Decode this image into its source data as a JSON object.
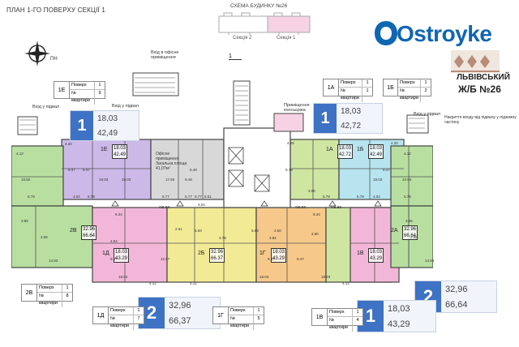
{
  "plan_title": "ПЛАН 1-ГО ПОВЕРХУ СЕКЦІЇ 1",
  "scheme": {
    "title": "СХЕМА БУДИНКУ №26",
    "section2": "Секція 2",
    "section1": "Секція 1"
  },
  "compass": {
    "label": "ПН"
  },
  "logo": {
    "brand": "Ostroyke",
    "city": "ЛЬВІВСЬКИЙ",
    "complex": "Ж/Б №26"
  },
  "colors": {
    "blue": "#3e72c4",
    "green": "#b8dfa0",
    "pink": "#f2b7d8",
    "yellow": "#f3ea96",
    "purple": "#cdb9e8",
    "orange": "#f6c98a",
    "cyan": "#b7e4ee",
    "lime": "#cfe6a2",
    "grey": "#d8d8d8"
  },
  "big_boxes": [
    {
      "num": "1",
      "area": "18,03",
      "total": "42,49"
    },
    {
      "num": "1",
      "area": "18,03",
      "total": "42,72"
    },
    {
      "num": "2",
      "area": "32,96",
      "total": "66,64"
    },
    {
      "num": "2",
      "area": "32,96",
      "total": "66,37"
    },
    {
      "num": "1",
      "area": "18,03",
      "total": "43,29"
    }
  ],
  "mini_tables": [
    {
      "code": "1Е",
      "floor_label": "Поверх",
      "floor": "1",
      "apt_label": "№ квартири",
      "apt": "9"
    },
    {
      "code": "1А",
      "floor_label": "Поверх",
      "floor": "1",
      "apt_label": "№ квартири",
      "apt": "1"
    },
    {
      "code": "1Б",
      "floor_label": "Поверх",
      "floor": "1",
      "apt_label": "№ квартири",
      "apt": "2"
    },
    {
      "code": "2В",
      "floor_label": "Поверх",
      "floor": "1",
      "apt_label": "№ квартири",
      "apt": "8"
    },
    {
      "code": "1Д",
      "floor_label": "Поверх",
      "floor": "1",
      "apt_label": "№ квартири",
      "apt": "7"
    },
    {
      "code": "1Г",
      "floor_label": "Поверх",
      "floor": "1",
      "apt_label": "№ квартири",
      "apt": "5"
    },
    {
      "code": "1В",
      "floor_label": "Поверх",
      "floor": "1",
      "apt_label": "№ квартири",
      "apt": "4"
    }
  ],
  "labels": {
    "office_entrance": "Вхід в офісне приміщення",
    "basement_left": "Вхід у підвал",
    "basement_left2": "Вхід у підвал",
    "concierge": "Приміщення консьєржа",
    "basement_right": "Вхід у підвал",
    "canopy": "Накриття входу від підвалу у підземну частину",
    "office_room": "Офісне приміщення Загальна площа 41,07м²",
    "section_mark": "1",
    "ob_vk": "ОВ.ВК"
  },
  "apt_badges": [
    {
      "code": "1Е",
      "area": "18.03",
      "total": "42.49"
    },
    {
      "code": "1А",
      "area": "18.03",
      "total": "42.72"
    },
    {
      "code": "1Б",
      "area": "18.03",
      "total": "42.49"
    },
    {
      "code": "2В",
      "area": "32.96",
      "total": "66.64"
    },
    {
      "code": "2А",
      "area": "32.96",
      "total": "66.64"
    },
    {
      "code": "1Д",
      "area": "18.03",
      "total": "43.29"
    },
    {
      "code": "2Б",
      "area": "32.96",
      "total": "66.37"
    },
    {
      "code": "1Г",
      "area": "18.03",
      "total": "43.29"
    },
    {
      "code": "1В",
      "area": "18.03",
      "total": "43.29"
    }
  ],
  "room_areas": [
    "4.12",
    "9.47",
    "18.03",
    "5.79",
    "4.04",
    "10.50",
    "5.79",
    "3.85",
    "14.93",
    "2.86",
    "4.20",
    "9.47",
    "18.03",
    "6.77",
    "17.50",
    "5.77",
    "6.49",
    "9.49",
    "5.77",
    "4.04",
    "8.51",
    "4.05",
    "9.79",
    "3.90",
    "5.79",
    "4.20",
    "9.47",
    "18.03",
    "4.04",
    "5.79",
    "4.12",
    "10.50",
    "5.79",
    "3.85",
    "14.93",
    "2.86",
    "9.34",
    "2.61",
    "5.93",
    "3.78",
    "5.93",
    "3.82",
    "2.60",
    "3.90",
    "9.34",
    "4.04",
    "9.47",
    "12.57",
    "18.03",
    "4.12",
    "4.12",
    "9.47",
    "18.03",
    "9.47",
    "18.03",
    "4.12"
  ]
}
